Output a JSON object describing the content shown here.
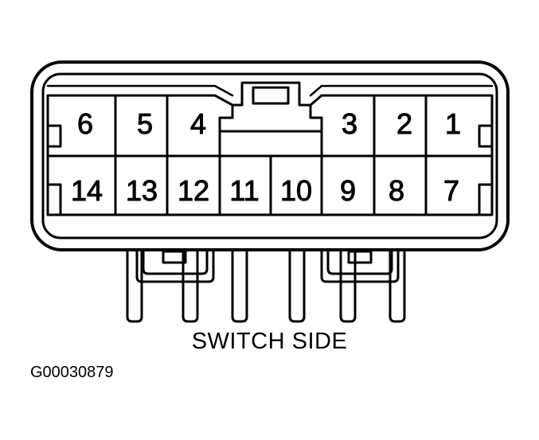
{
  "caption": "SWITCH SIDE",
  "figure_id": "G00030879",
  "pins": {
    "1": "1",
    "2": "2",
    "3": "3",
    "4": "4",
    "5": "5",
    "6": "6",
    "7": "7",
    "8": "8",
    "9": "9",
    "10": "10",
    "11": "11",
    "12": "12",
    "13": "13",
    "14": "14"
  },
  "colors": {
    "ink": "#000000",
    "paper": "#ffffff"
  }
}
